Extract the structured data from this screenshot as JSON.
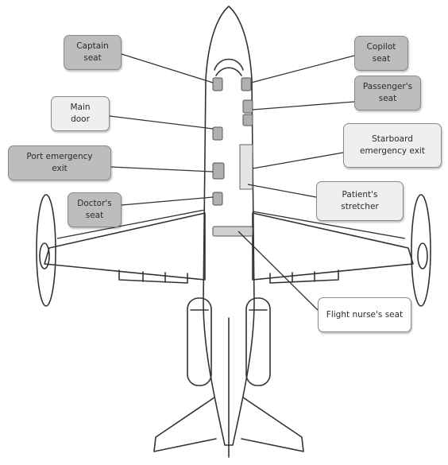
{
  "labels": {
    "captain_seat": "Captain\nseat",
    "copilot_seat": "Copilot\nseat",
    "main_door": "Main\ndoor",
    "passengers_seat": "Passenger's\nseat",
    "port_emergency_exit": "Port emergency\nexit",
    "starboard_emergency_exit": "Starboard\nemergency exit",
    "doctors_seat": "Doctor's\nseat",
    "patients_stretcher": "Patient's\nstretcher",
    "flight_nurses_seat": "Flight nurse's seat"
  },
  "colors": {
    "outline": "#333333",
    "seat_fill": "#b0b0b0",
    "callout_dark": "#bdbdbd",
    "callout_light": "#efefef"
  }
}
